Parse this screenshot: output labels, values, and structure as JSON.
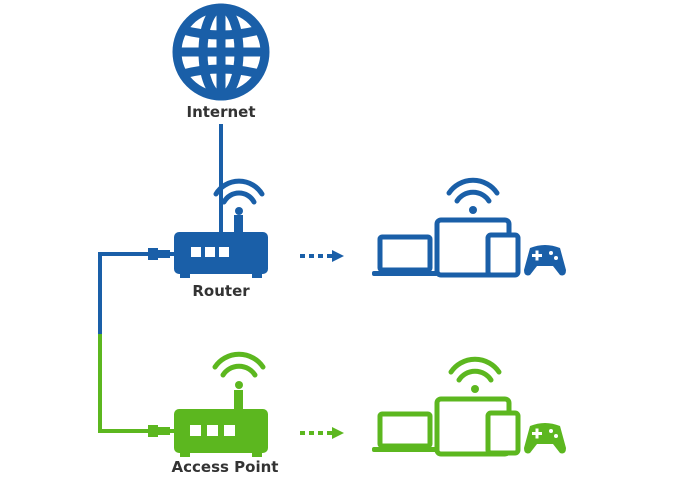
{
  "labels": {
    "internet": "Internet",
    "router": "Router",
    "access_point": "Access Point"
  },
  "colors": {
    "router_blue": "#1a5fa8",
    "ap_green": "#5cb71f",
    "text": "#333333"
  },
  "icons": {
    "internet": "globe-icon",
    "router": "router-icon",
    "access_point": "access-point-icon",
    "wifi": "wifi-icon",
    "laptop": "laptop-icon",
    "tablet": "tablet-icon",
    "phone": "phone-icon",
    "gamepad": "gamepad-icon",
    "ethernet": "ethernet-plug-icon",
    "arrow": "dashed-arrow-icon"
  }
}
